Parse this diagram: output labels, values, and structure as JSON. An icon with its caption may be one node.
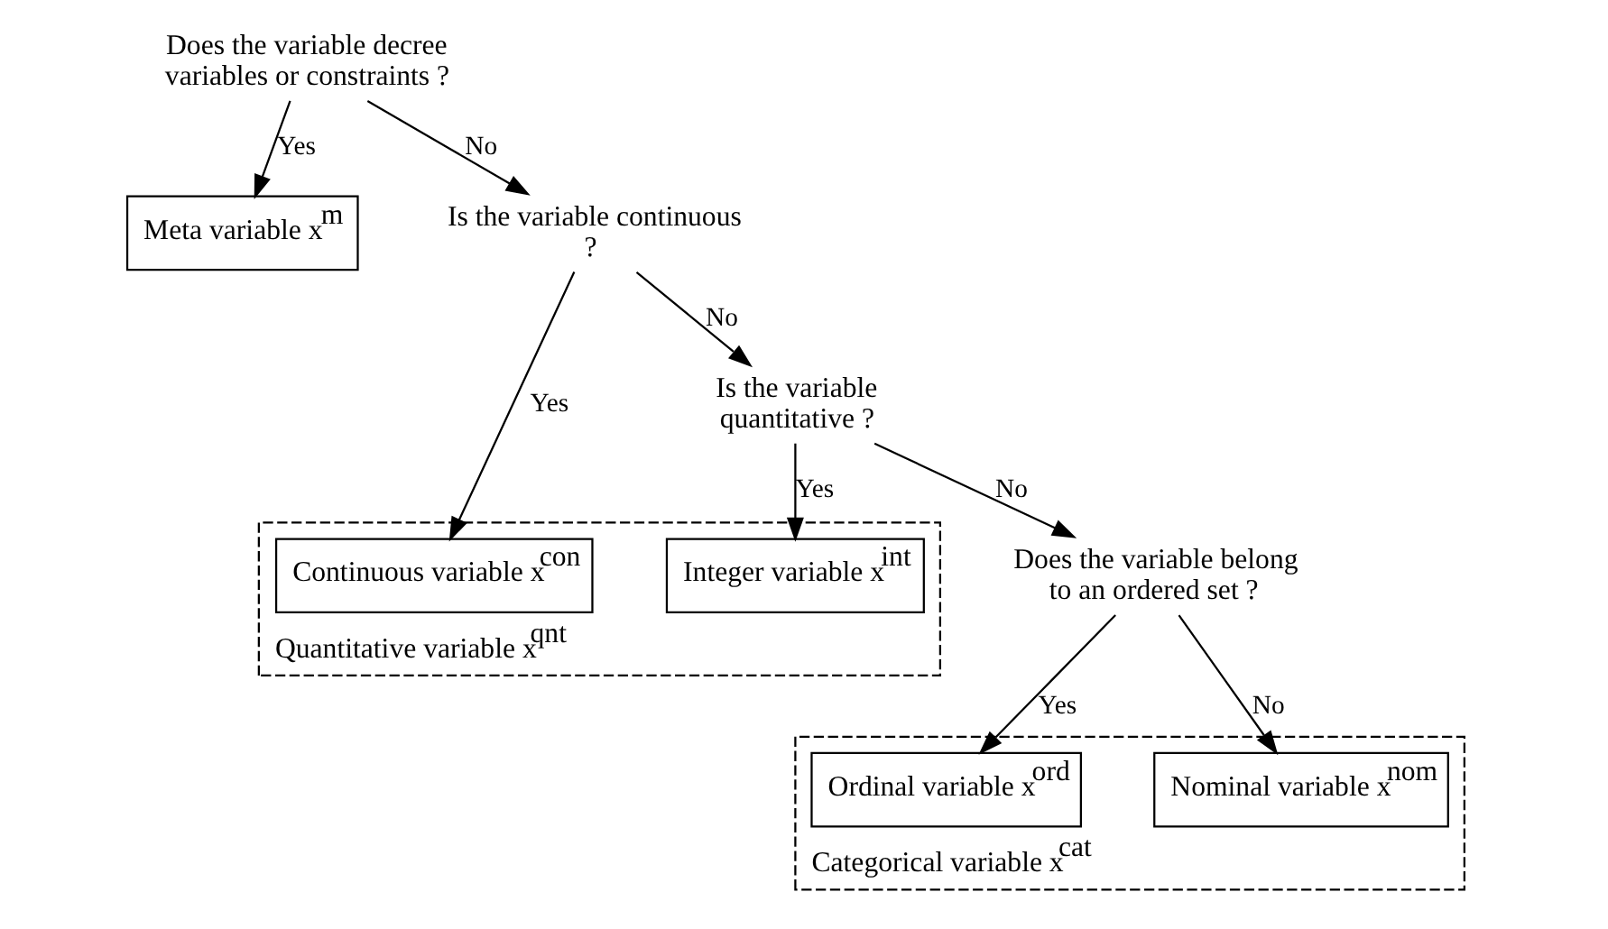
{
  "diagram": {
    "nodes": [
      {
        "text": [
          "Does the variable decree variables or constraints ?"
        ]
      },
      {
        "text": [
          "Meta variable x$^{m}$"
        ]
      },
      {
        "text": [
          "Is the variable continuous ?"
        ]
      },
      {
        "text": [
          "Quantitative variable x$^{qnt}$"
        ]
      },
      {
        "text": [
          "Continuous variable x$^{con}$"
        ],
        "in": 3
      },
      {
        "text": [
          "Is the variable quantitative ?"
        ]
      },
      {
        "text": [
          "Integer variable x$^{int}$"
        ],
        "in": 3
      },
      {
        "text": [
          "Does the variable belong to an ordered set ?"
        ]
      },
      {
        "text": [
          "Categorical variable x$^{cat}$"
        ]
      },
      {
        "text": [
          "Ordinal variable x$^{ord}$"
        ],
        "in": 8
      },
      {
        "text": [
          "Nominal variable x$^{nom}$"
        ],
        "in": 8
      }
    ],
    "edges": [
      {
        "from": 0,
        "to": 1,
        "arrow": "to",
        "label": "Yes"
      },
      {
        "from": 0,
        "to": 2,
        "arrow": "to",
        "label": "No"
      },
      {
        "from": 2,
        "to": 4,
        "arrow": "to",
        "label": "Yes"
      },
      {
        "from": 2,
        "to": 5,
        "arrow": "to",
        "label": "No"
      },
      {
        "from": 5,
        "to": 6,
        "arrow": "to",
        "label": "Yes"
      },
      {
        "from": 5,
        "to": 7,
        "arrow": "to",
        "label": "No"
      },
      {
        "from": 7,
        "to": 9,
        "arrow": "to",
        "label": "Yes"
      },
      {
        "from": 7,
        "to": 10,
        "arrow": "to",
        "label": "No"
      }
    ]
  }
}
